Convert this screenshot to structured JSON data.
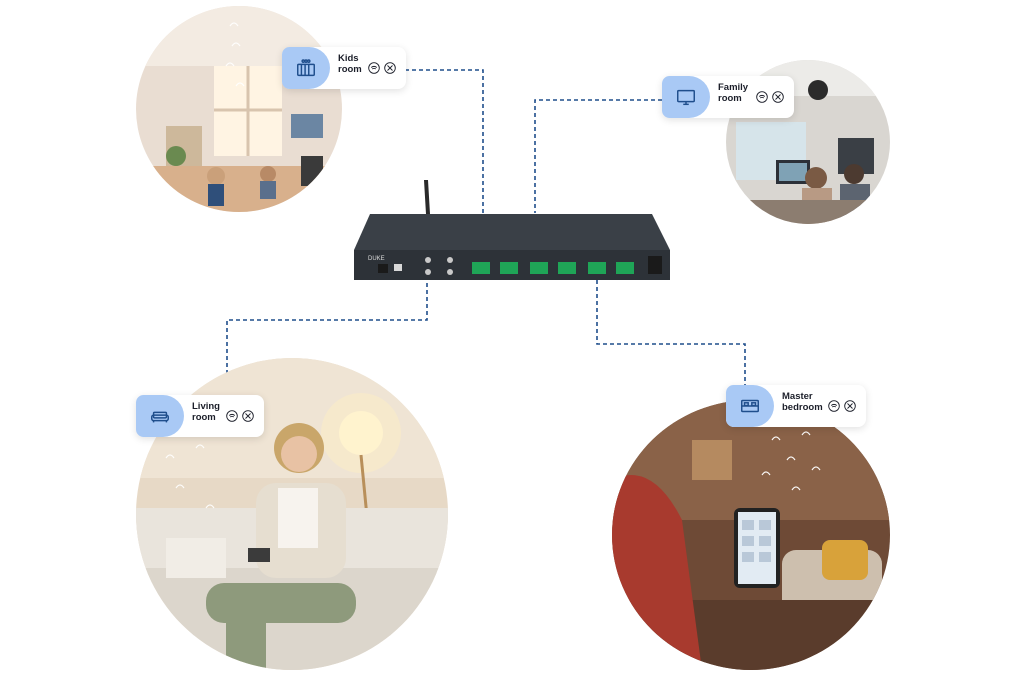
{
  "rooms": {
    "kids": {
      "label": "Kids room",
      "icon": "crib-icon"
    },
    "family": {
      "label": "Family room",
      "icon": "tv-icon"
    },
    "living": {
      "label": "Living room",
      "icon": "sofa-icon"
    },
    "master": {
      "label": "Master bedroom",
      "icon": "bed-icon"
    }
  },
  "status_icons": [
    "wifi-icon",
    "airplay-icon"
  ],
  "device": {
    "brand": "DUKE",
    "name": "multi-room audio amplifier"
  },
  "colors": {
    "wire": "#1f4e8c",
    "badge": "#a9c9f5",
    "device": "#2d3238"
  }
}
